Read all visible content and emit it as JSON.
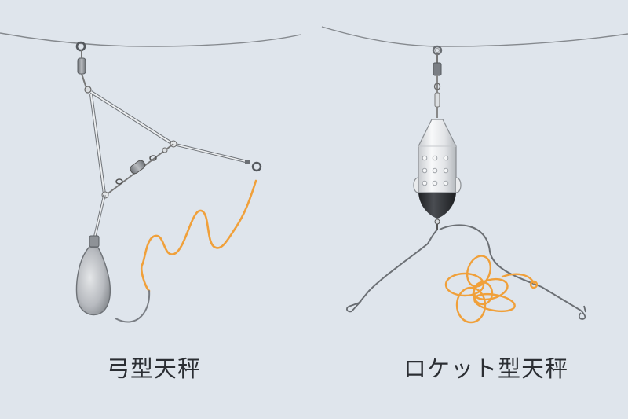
{
  "figure": {
    "background": "#dfe5ec",
    "colors": {
      "metal_line": "#7d8187",
      "metal_dark": "#5f6368",
      "lead_light": "#c9ccd0",
      "lead_dark": "#8f9398",
      "leader_orange": "#f0a03a",
      "rocket_body": "#eef0f2",
      "rocket_base": "#2a2c30"
    }
  },
  "panels": [
    {
      "id": "left",
      "label": "弓型天秤",
      "parts": [
        "main-line",
        "top-swivel",
        "triangle-arm",
        "swivel-chain",
        "side-arm-eye",
        "teardrop-sinker",
        "orange-leader-wavy"
      ]
    },
    {
      "id": "right",
      "label": "ロケット型天秤",
      "parts": [
        "main-line",
        "top-swivel",
        "rocket-sinker-with-holes",
        "wire-arm-left-snap",
        "wire-arm-right-hook",
        "orange-leader-tangled"
      ]
    }
  ]
}
